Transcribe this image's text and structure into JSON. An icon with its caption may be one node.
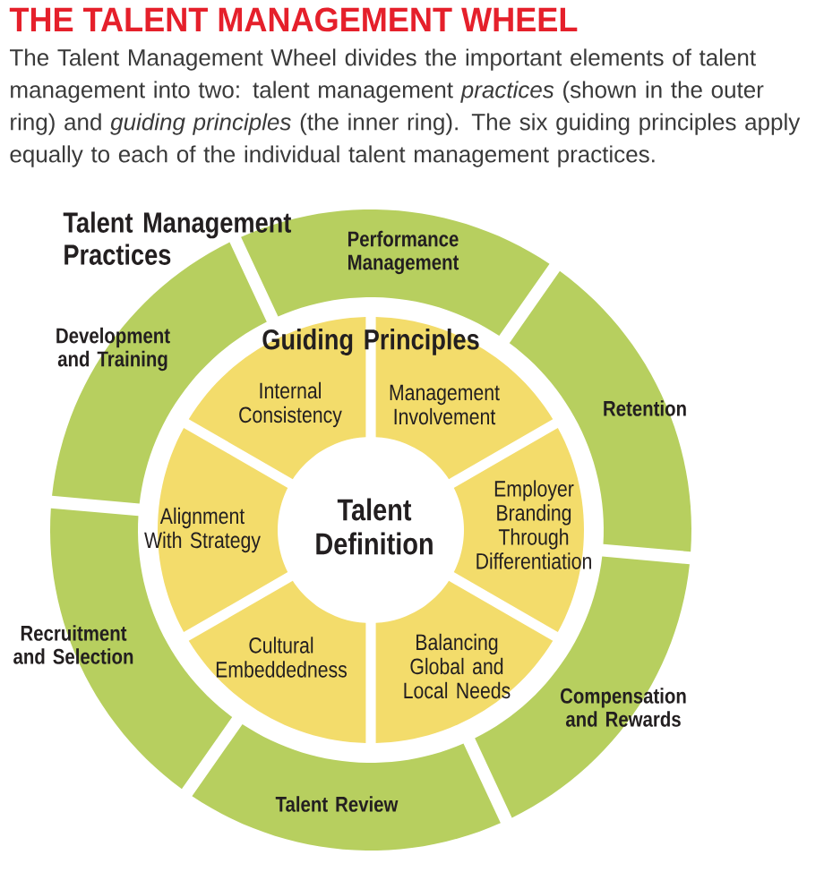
{
  "diagram": {
    "title": "THE TALENT MANAGEMENT WHEEL",
    "caption": "The Talent Management Wheel divides the important elements of talent management into two: talent management *practices* (shown in the outer ring) and *guiding principles* (the inner ring). The six guiding principles apply equally to each of the individual talent management practices.",
    "nodes": [
      {
        "text": [
          "Performance Management"
        ]
      },
      {
        "text": [
          "Retention"
        ]
      },
      {
        "text": [
          "Compensation and Rewards"
        ]
      },
      {
        "text": [
          "Talent Review"
        ]
      },
      {
        "text": [
          "Recruitment and Selection"
        ]
      },
      {
        "text": [
          "Development and Training"
        ]
      },
      {
        "text": [
          "Internal Consistency"
        ]
      },
      {
        "text": [
          "Management Involvement"
        ]
      },
      {
        "text": [
          "Employer Branding Through Differentiation"
        ]
      },
      {
        "text": [
          "Balancing Global and Local Needs"
        ]
      },
      {
        "text": [
          "Cultural Embeddedness"
        ]
      },
      {
        "text": [
          "Alignment With Strategy"
        ]
      },
      {
        "text": [
          "Talent Definition"
        ]
      }
    ],
    "labels": [
      "Talent Management Practices",
      "Guiding Principles"
    ]
  }
}
